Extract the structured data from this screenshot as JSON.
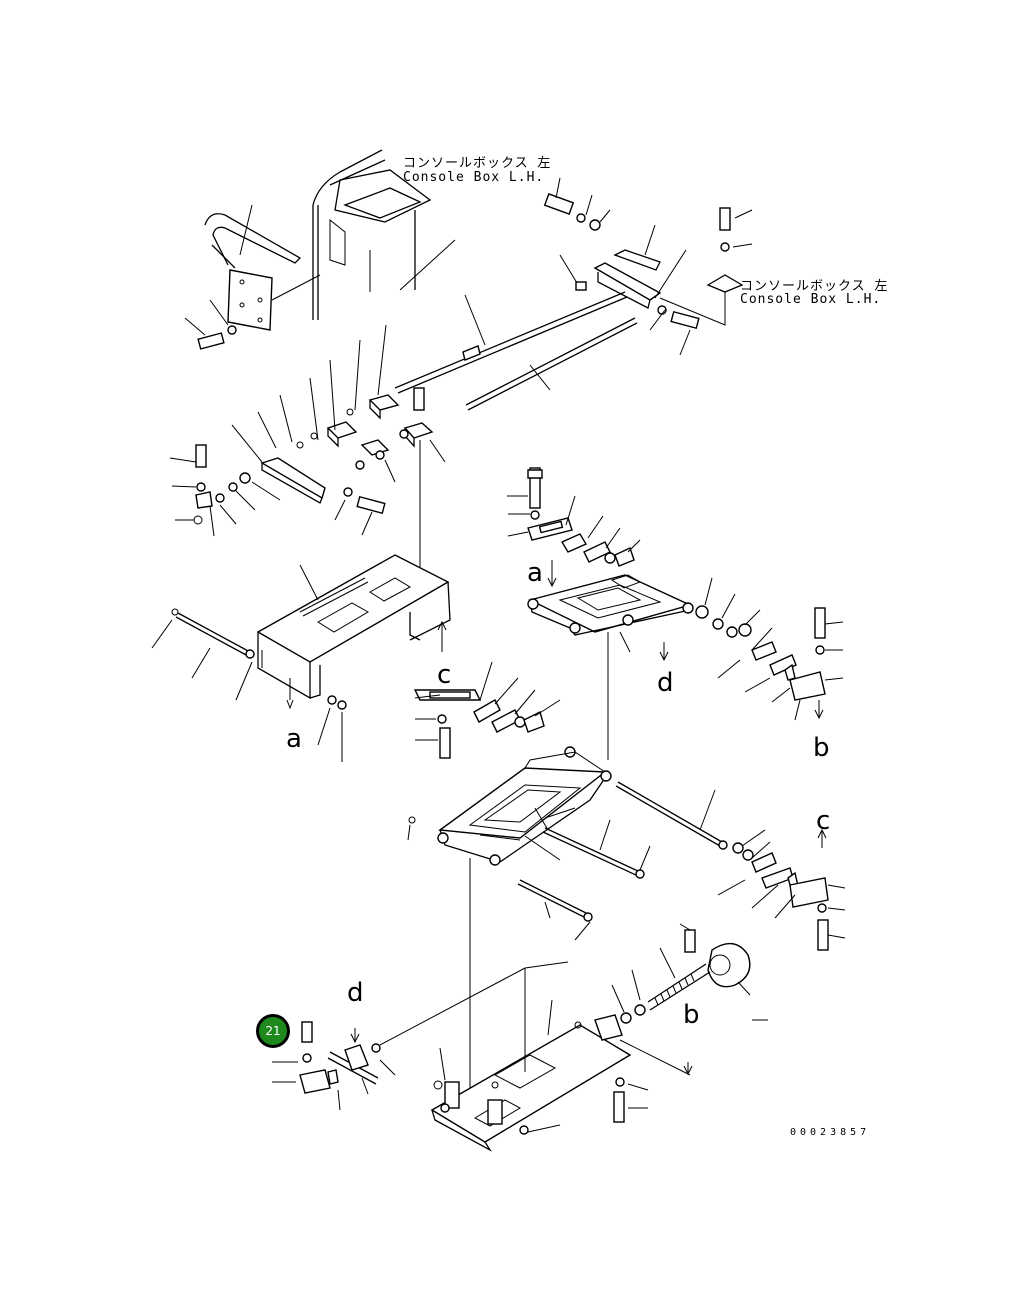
{
  "labels": {
    "console_top_jp": "コンソールボックス 左",
    "console_top_en": "Console Box L.H.",
    "console_right_jp": "コンソールボックス 左",
    "console_right_en": "Console Box L.H."
  },
  "refs": {
    "a_upper": "a",
    "a_lower": "a",
    "b_upper": "b",
    "b_lower": "b",
    "c_upper": "c",
    "c_lower": "c",
    "d_upper": "d",
    "d_lower": "d"
  },
  "callout": {
    "number": "21",
    "color": "#1e8a1e"
  },
  "document_number": "00023857"
}
